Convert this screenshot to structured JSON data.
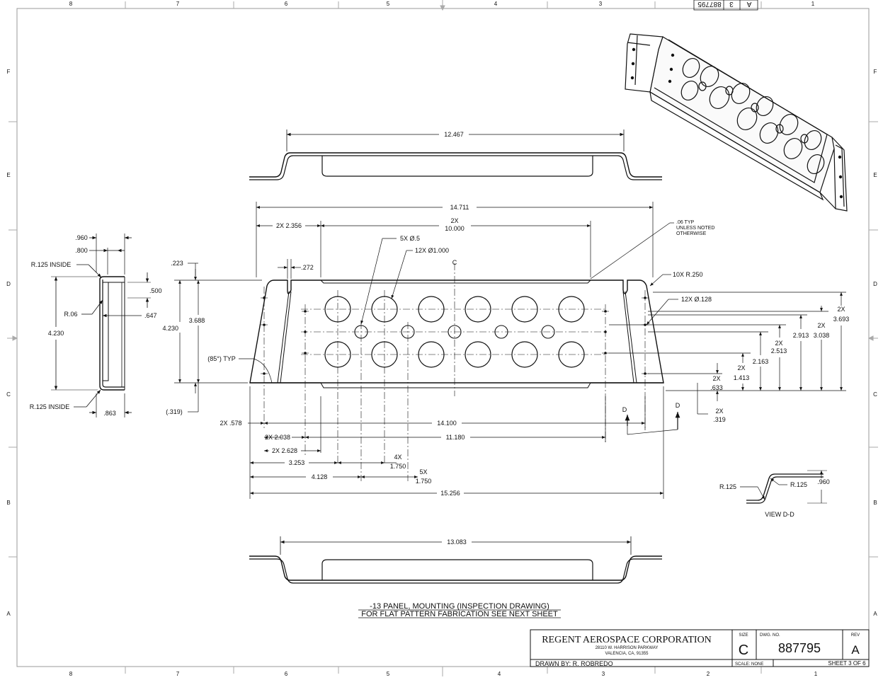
{
  "zones": {
    "columns": [
      "8",
      "7",
      "6",
      "5",
      "4",
      "3",
      "2",
      "1"
    ],
    "rows": [
      "F",
      "E",
      "D",
      "C",
      "B",
      "A"
    ]
  },
  "top_dims": {
    "overall": "12.467"
  },
  "bottom_dims": {
    "overall": "13.083"
  },
  "front": {
    "overall_width": "14.711",
    "flange_2x": "2X 2.356",
    "span_2x_a": "2X",
    "span_2x_b": "10.000",
    "holes_small": "5X Ø.5",
    "holes_large": "12X Ø1.000",
    "centerline": "C",
    "dim_223": ".223",
    "dim_272": ".272",
    "height_3688": "3.688",
    "height_4230": "4.230",
    "angle_typ": "(85°) TYP",
    "ref_319": "(.319)",
    "note_typ_1": ".06 TYP",
    "note_typ_2": "UNLESS NOTED",
    "note_typ_3": "OTHERWISE",
    "radius_10x": "10X R.250",
    "holes_128": "12X Ø.128",
    "r_3693_a": "2X",
    "r_3693_b": "3.693",
    "r_3038_a": "2X",
    "r_3038_b": "3.038",
    "r_2913": "2.913",
    "r_2513_a": "2X",
    "r_2513_b": "2.513",
    "r_2163": "2.163",
    "r_1413_a": "2X",
    "r_1413_b": "1.413",
    "r_633_a": "2X",
    "r_633_b": ".633",
    "r_319_a": "2X",
    "r_319_b": ".319",
    "section_d": "D",
    "b_578": "2X .578",
    "b_14100": "14.100",
    "b_2038": "2X 2.038",
    "b_11180": "11.180",
    "b_2628": "2X 2.628",
    "b_3253": "3.253",
    "b_1750_4x_a": "4X",
    "b_1750_4x_b": "1.750",
    "b_4128": "4.128",
    "b_1750_5x_a": "5X",
    "b_1750_5x_b": "1.750",
    "b_15256": "15.256"
  },
  "side": {
    "dim_960": ".960",
    "dim_800": ".800",
    "r125_top": "R.125 INSIDE",
    "dim_500": ".500",
    "r06": "R.06",
    "dim_647": ".647",
    "height": "4.230",
    "r125_bottom": "R.125 INSIDE",
    "dim_863": ".863"
  },
  "view_dd": {
    "r125_left": "R.125",
    "r125_right": "R.125",
    "dim_960": ".960",
    "label": "VIEW D-D"
  },
  "note": {
    "line1": "-13 PANEL, MOUNTING (INSPECTION DRAWING)",
    "line2": "FOR FLAT PATTERN FABRICATION SEE NEXT SHEET"
  },
  "title_block": {
    "company": "REGENT AEROSPACE CORPORATION",
    "address1": "28110 W. HARRISON PARKWAY",
    "address2": "VALENCIA, CA, 91355",
    "size_label": "SIZE",
    "size": "C",
    "dwg_label": "DWG. NO.",
    "dwg_no": "887795",
    "rev_label": "REV",
    "rev": "A",
    "drawn_by": "DRAWN BY:  R. ROBREDO",
    "scale": "SCALE: NONE",
    "sheet": "SHEET 3 OF 6"
  },
  "inverted_stamp": {
    "dwg": "887795",
    "sheet": "3",
    "rev": "A"
  }
}
